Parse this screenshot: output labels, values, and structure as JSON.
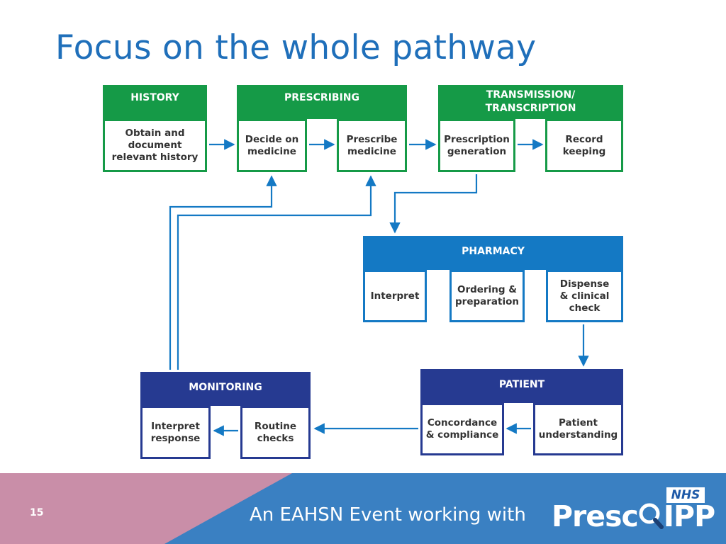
{
  "slide": {
    "title": "Focus on the whole pathway",
    "number": "15"
  },
  "colors": {
    "title": "#1f6fba",
    "green": "#159a47",
    "blue": "#1479c4",
    "navy": "#263a91",
    "arrow": "#1479c4",
    "footer_pink": "#c98ea8",
    "footer_blue": "#3a80c2"
  },
  "diagram": {
    "history": {
      "header": "HISTORY",
      "steps": [
        "Obtain and\ndocument\nrelevant history"
      ]
    },
    "prescribing": {
      "header": "PRESCRIBING",
      "steps": [
        "Decide on\nmedicine",
        "Prescribe\nmedicine"
      ]
    },
    "transmission": {
      "header": "TRANSMISSION/\nTRANSCRIPTION",
      "steps": [
        "Prescription\ngeneration",
        "Record\nkeeping"
      ]
    },
    "pharmacy": {
      "header": "PHARMACY",
      "steps": [
        "Interpret",
        "Ordering &\npreparation",
        "Dispense\n& clinical\ncheck"
      ]
    },
    "patient": {
      "header": "PATIENT",
      "steps": [
        "Concordance\n& compliance",
        "Patient\nunderstanding"
      ]
    },
    "monitoring": {
      "header": "MONITORING",
      "steps": [
        "Interpret\nresponse",
        "Routine\nchecks"
      ]
    }
  },
  "footer": {
    "text": "An EAHSN Event working with",
    "nhs_logo": "NHS",
    "brand_logo": "PrescQIPP",
    "brand_icon": "magnifier-q-icon"
  }
}
